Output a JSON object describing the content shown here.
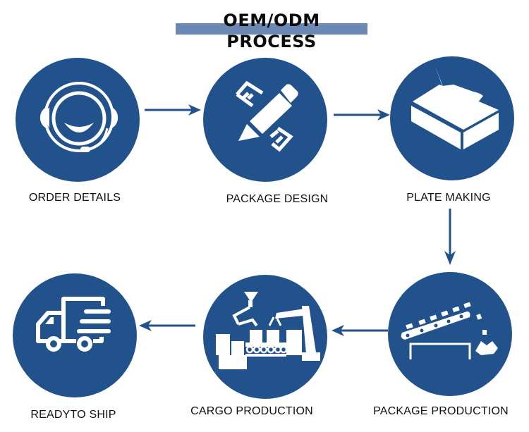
{
  "title": "OEM/ODM PROCESS",
  "accent_color": "#22528c",
  "title_bar_color": "#6b87b3",
  "steps": [
    {
      "order": 1,
      "label": "ORDER DETAILS",
      "icon": "headset-customer-service-icon"
    },
    {
      "order": 2,
      "label": "PACKAGE DESIGN",
      "icon": "pencil-ruler-icon"
    },
    {
      "order": 3,
      "label": "PLATE MAKING",
      "icon": "box-icon"
    },
    {
      "order": 4,
      "label": "PACKAGE PRODUCTION",
      "icon": "conveyor-belt-icon"
    },
    {
      "order": 5,
      "label": "CARGO PRODUCTION",
      "icon": "factory-robot-arm-icon"
    },
    {
      "order": 6,
      "label": "READYTO SHIP",
      "icon": "delivery-truck-icon"
    }
  ],
  "arrows": [
    {
      "from": 1,
      "to": 2,
      "direction": "right"
    },
    {
      "from": 2,
      "to": 3,
      "direction": "right"
    },
    {
      "from": 3,
      "to": 4,
      "direction": "down"
    },
    {
      "from": 4,
      "to": 5,
      "direction": "left"
    },
    {
      "from": 5,
      "to": 6,
      "direction": "left"
    }
  ]
}
